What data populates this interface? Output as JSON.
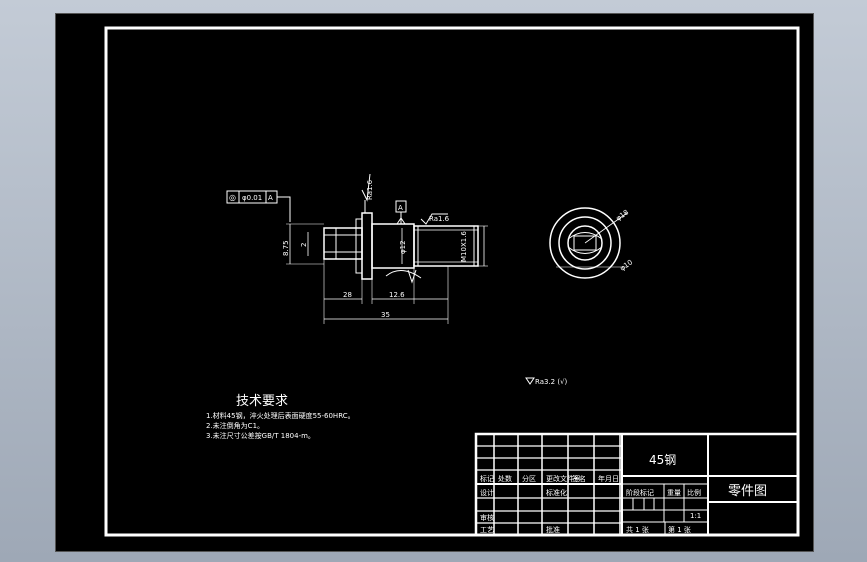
{
  "drawing": {
    "feature_control_frame": {
      "symbol": "◎",
      "tolerance": "φ0.01",
      "datum": "A"
    },
    "datum_label": "A",
    "roughness_top": "Ra1.6",
    "roughness_right": "Ra1.6",
    "roughness_general": "Ra3.2 (√)",
    "dims": {
      "d_8_75": "8.75",
      "d_2": "2",
      "d_phi12": "φ12",
      "d_m10": "M10X1.6",
      "d_28": "28",
      "d_12_6": "12.6",
      "d_35": "35",
      "d_phi18": "φ18",
      "d_phi10": "φ10"
    }
  },
  "tech_req": {
    "title": "技术要求",
    "lines": [
      "1.材料45钢，淬火处理后表面硬度55-60HRC。",
      "2.未注倒角为C1。",
      "3.未注尺寸公差按GB/T 1804-m。"
    ]
  },
  "title_block": {
    "material": "45钢",
    "part_name": "零件图",
    "left_labels": [
      "标记",
      "设计",
      "审核",
      "工艺"
    ],
    "mid_labels": [
      "处数",
      "分区",
      "签名",
      "年月日",
      "更改文件号"
    ],
    "stage_label": "阶段标记",
    "weight_label": "重量",
    "scale_label": "比例",
    "scale_value": "1:1",
    "std_label": "标准化",
    "approve_label": "批准",
    "sheet_total": "共 1 张",
    "sheet_num": "第 1 张"
  }
}
